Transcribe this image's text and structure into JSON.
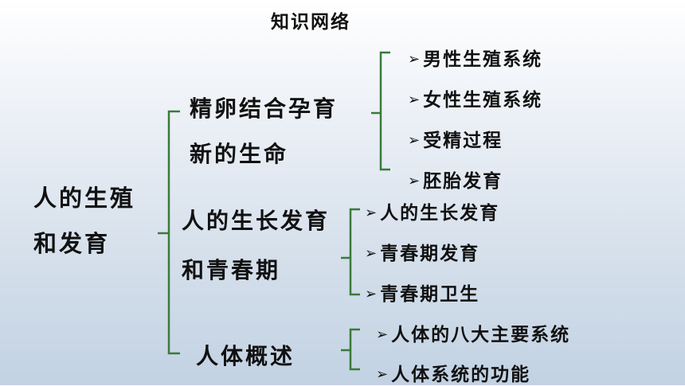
{
  "title": "知识网络",
  "root": {
    "line1": "人的生殖",
    "line2": "和发育"
  },
  "branches": [
    {
      "line1": "精卵结合孕育",
      "line2": "新的生命",
      "leaves": [
        "男性生殖系统",
        "女性生殖系统",
        "受精过程",
        "胚胎发育"
      ]
    },
    {
      "line1": "人的生长发育",
      "line2": "和青春期",
      "leaves": [
        "人的生长发育",
        "青春期发育",
        "青春期卫生"
      ]
    },
    {
      "line1": "人体概述",
      "leaves": [
        "人体的八大主要系统",
        "人体系统的功能"
      ]
    }
  ],
  "colors": {
    "bracket": "#3a7a3a",
    "text": "#111111"
  },
  "icons": {
    "leaf_bullet": "arrow-right-icon"
  }
}
